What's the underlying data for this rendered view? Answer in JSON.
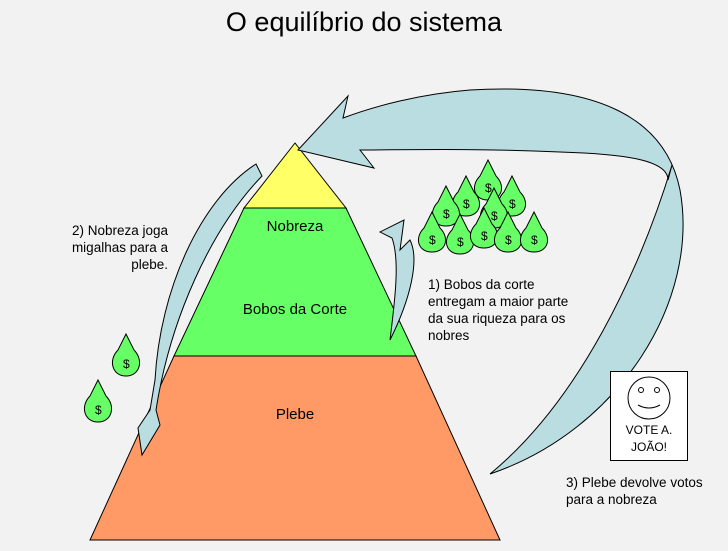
{
  "title": "O equilíbrio do sistema",
  "pyramid": {
    "top": "Nobreza",
    "middle": "Bobos da Corte",
    "bottom": "Plebe"
  },
  "notes": {
    "n1": "1) Bobos da corte entregam a maior parte da sua riqueza para os nobres",
    "n2": "2) Nobreza joga migalhas para a plebe.",
    "n3": "3) Plebe devolve votos para a nobreza"
  },
  "vote": {
    "text": "VOTE A. JOÃO!",
    "icon": "smiley-face-icon"
  },
  "money_bag_symbol": "$",
  "colors": {
    "nobreza": "#ffff66",
    "bobos": "#66ff66",
    "plebe": "#ff9966",
    "arrow": "#b9dde0"
  }
}
